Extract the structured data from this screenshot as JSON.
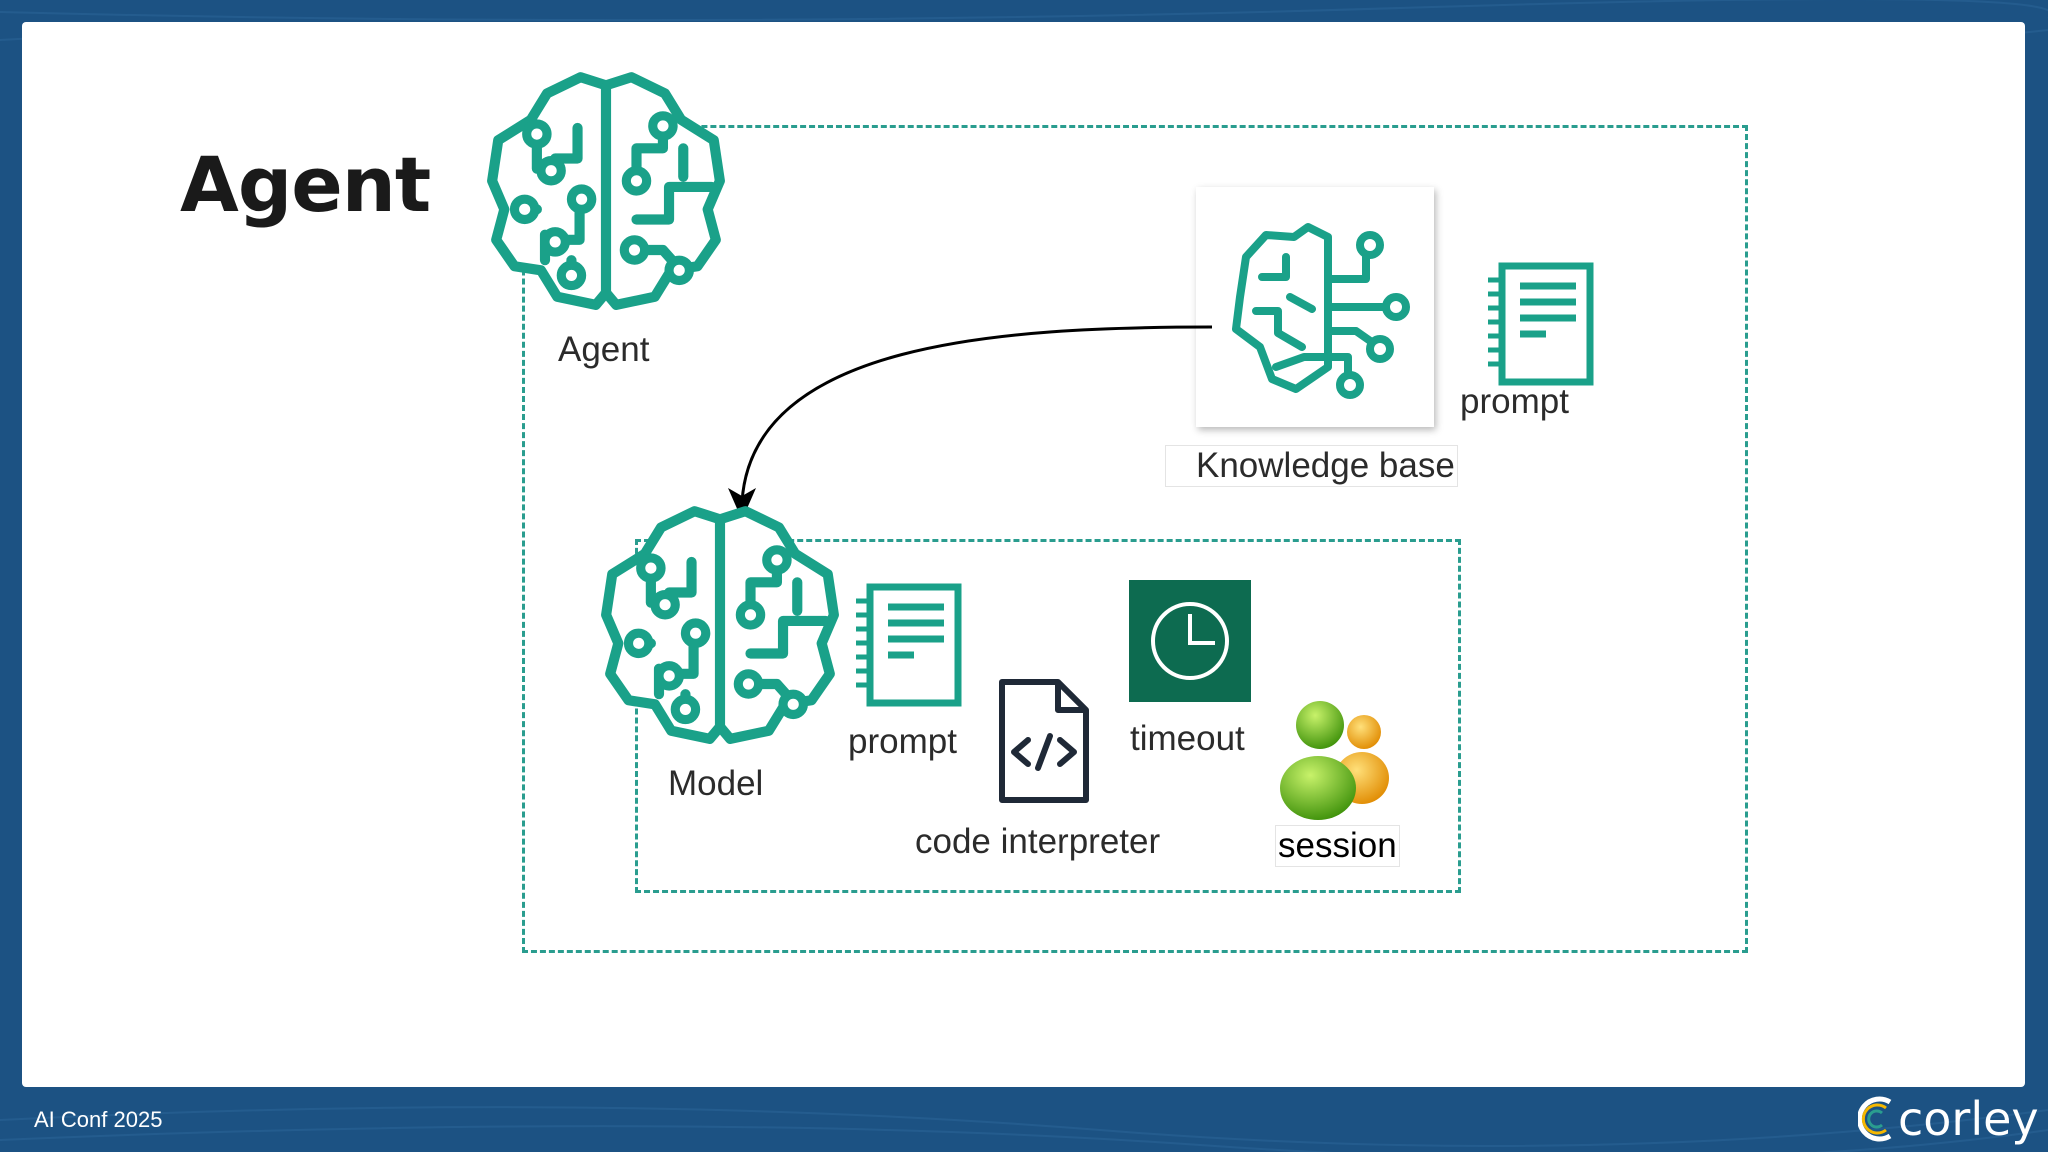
{
  "slide": {
    "title": "Agent"
  },
  "diagram": {
    "agent_label": "Agent",
    "knowledge_base_label": "Knowledge base",
    "kb_prompt_label": "prompt",
    "model_label": "Model",
    "model_prompt_label": "prompt",
    "code_interpreter_label": "code interpreter",
    "timeout_label": "timeout",
    "session_label": "session"
  },
  "footer": {
    "conference": "AI Conf 2025",
    "brand": "corley"
  },
  "colors": {
    "accent_teal": "#1aa189",
    "dashed_border": "#2a9d8f",
    "background_blue": "#1c5283",
    "timeout_tile": "#0d6b50"
  }
}
